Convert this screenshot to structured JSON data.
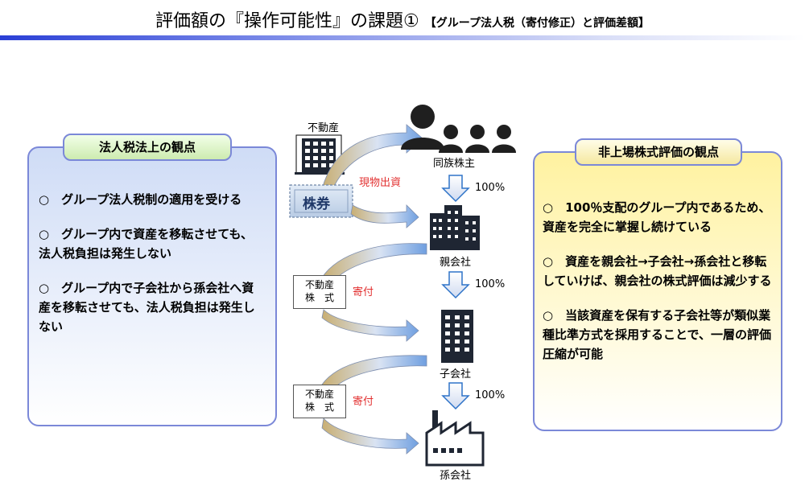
{
  "title": {
    "main": "評価額の『操作可能性』の課題①",
    "sub": "【グループ法人税（寄付修正）と評価差額】"
  },
  "left_panel": {
    "title": "法人税法上の観点",
    "items": [
      {
        "marker": "○",
        "text": "グループ法人税制の適用を受ける"
      },
      {
        "marker": "○",
        "text": "グループ内で資産を移転させても、法人税負担は発生しない"
      },
      {
        "marker": "○",
        "text": "グループ内で子会社から孫会社へ資産を移転させても、法人税負担は発生しない"
      }
    ]
  },
  "right_panel": {
    "title": "非上場株式評価の観点",
    "items": [
      {
        "marker": "○",
        "text": "100％支配のグループ内であるため、資産を完全に掌握し続けている"
      },
      {
        "marker": "○",
        "text": "資産を親会社→子会社→孫会社と移転していけば、親会社の株式評価は減少する"
      },
      {
        "marker": "○",
        "text": "当該資産を保有する子会社等が類似業種比準方式を採用することで、一層の評価圧縮が可能"
      }
    ]
  },
  "diagram": {
    "real_estate_label": "不動産",
    "family_label": "同族株主",
    "stock_cert_label": "株券",
    "in_kind_label": "現物出資",
    "parent_label": "親会社",
    "child_label": "子会社",
    "grandchild_label": "孫会社",
    "pct_1": "100%",
    "pct_2": "100%",
    "pct_3": "100%",
    "box1_line1": "不動産",
    "box1_line2": "株　式",
    "box2_line1": "不動産",
    "box2_line2": "株　式",
    "donation_1": "寄付",
    "donation_2": "寄付"
  },
  "colors": {
    "accent_blue": "#2a3fd6",
    "arrow_blue": "#2e73c8",
    "arrow_gradient": "#c8ae72",
    "red": "#e23030"
  }
}
